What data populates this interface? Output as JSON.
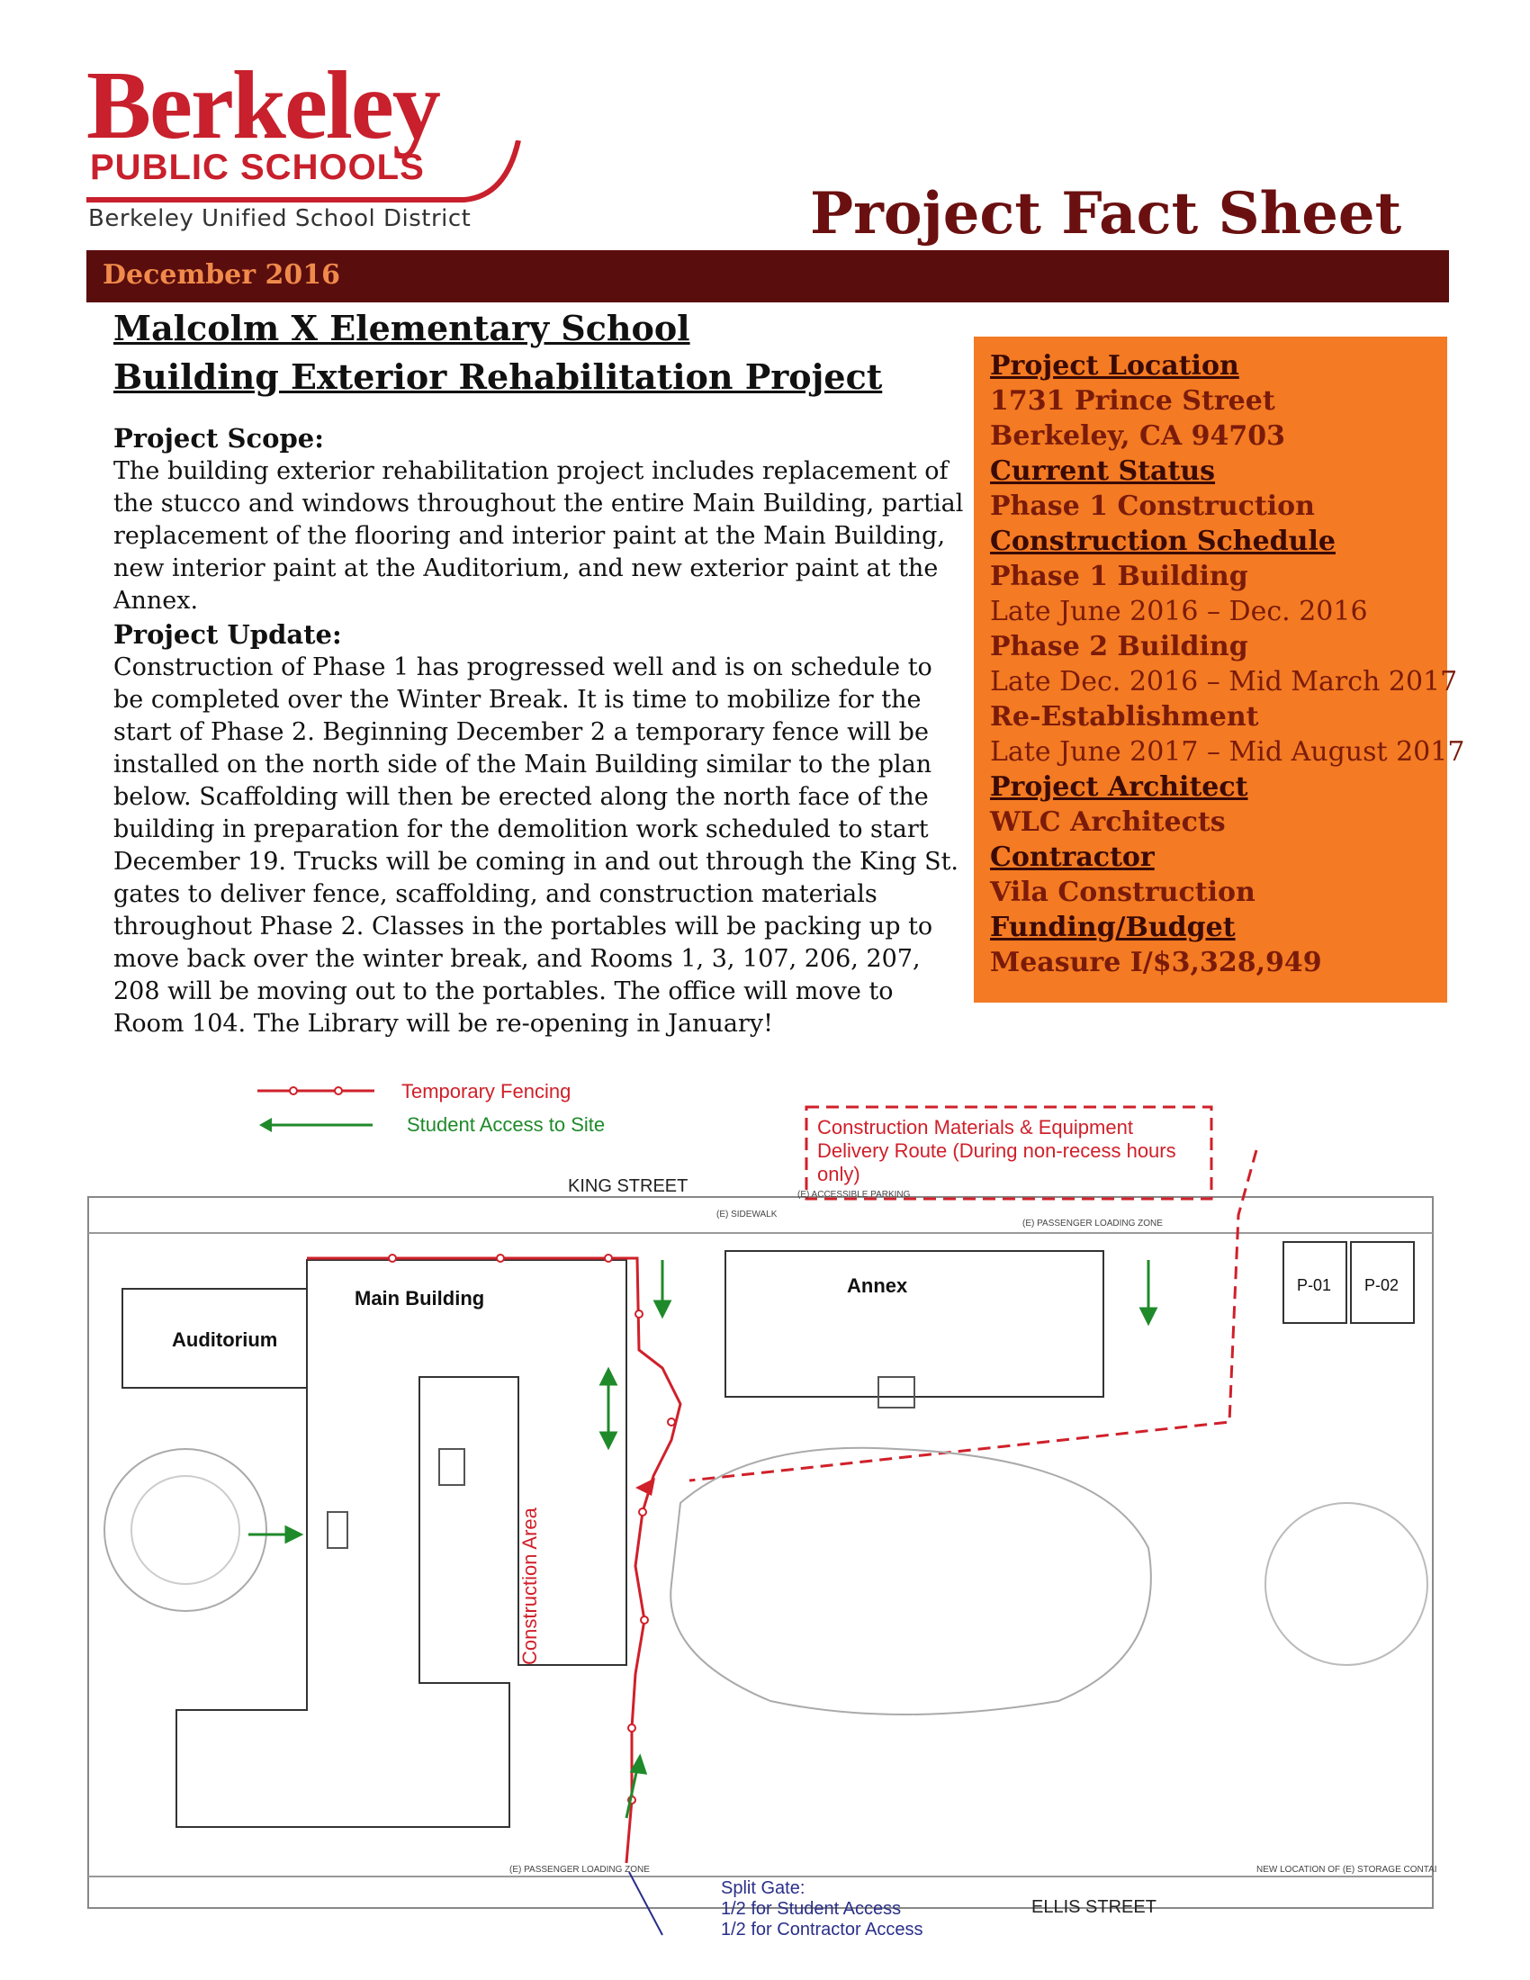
{
  "logo": {
    "word": "Berkeley",
    "sub": "PUBLIC SCHOOLS",
    "district": "Berkeley Unified School District"
  },
  "sheet_title": "Project Fact Sheet",
  "date": "December 2016",
  "project": {
    "title_line1": "Malcolm X Elementary School",
    "title_line2": "Building Exterior Rehabilitation Project"
  },
  "scope": {
    "heading": "Project Scope:",
    "text": "The building exterior rehabilitation project includes replacement of the stucco and windows throughout the entire Main Building, partial replacement of the flooring and interior paint at the Main Building, new interior paint at the Auditorium, and new exterior paint at the Annex."
  },
  "update": {
    "heading": "Project Update:",
    "text": "Construction of Phase 1 has progressed well and is on schedule to be completed over the Winter Break.  It is time to mobilize for the start of Phase 2.  Beginning December 2 a temporary fence will be installed on the north side of the Main Building similar to the plan below.  Scaffolding will then be erected along the north face of the building in preparation for the demolition work scheduled to start December 19.  Trucks will be coming in and out through the King St. gates to deliver fence, scaffolding, and construction materials throughout Phase 2.  Classes in the portables will be packing up to move back over the winter break, and Rooms 1, 3, 107, 206, 207, 208 will be moving out to the portables.  The office will move to Room 104.  The Library will be re-opening in January!"
  },
  "facts": [
    {
      "text": "Project Location",
      "style": "head"
    },
    {
      "text": "1731 Prince Street",
      "style": "val"
    },
    {
      "text": "Berkeley, CA 94703",
      "style": "val"
    },
    {
      "text": "Current Status",
      "style": "head"
    },
    {
      "text": "Phase 1 Construction",
      "style": "val"
    },
    {
      "text": "Construction Schedule",
      "style": "head"
    },
    {
      "text": "Phase 1 Building",
      "style": "val"
    },
    {
      "text": "Late June 2016 – Dec. 2016",
      "style": "val-light"
    },
    {
      "text": "Phase 2 Building",
      "style": "val"
    },
    {
      "text": "Late Dec. 2016 – Mid March 2017",
      "style": "val-light"
    },
    {
      "text": "Re-Establishment",
      "style": "val"
    },
    {
      "text": "Late June 2017 – Mid August 2017",
      "style": "val-light"
    },
    {
      "text": "Project Architect",
      "style": "head"
    },
    {
      "text": "WLC Architects",
      "style": "val"
    },
    {
      "text": "Contractor",
      "style": "head"
    },
    {
      "text": "Vila Construction",
      "style": "val"
    },
    {
      "text": "Funding/Budget",
      "style": "head"
    },
    {
      "text": "Measure I/$3,328,949",
      "style": "val"
    }
  ],
  "plan": {
    "legend_fencing": "Temporary Fencing",
    "legend_access": "Student Access to Site",
    "delivery_line1": "Construction Materials & Equipment",
    "delivery_line2": "Delivery Route (During non-recess hours",
    "delivery_line3": "only)",
    "king_street": "KING STREET",
    "ellis_street": "ELLIS STREET",
    "auditorium": "Auditorium",
    "main_building": "Main Building",
    "annex": "Annex",
    "construction_area": "Construction Area",
    "portable1": "P-01",
    "portable2": "P-02",
    "accessible_parking": "(E) ACCESSIBLE PARKING",
    "sidewalk": "(E) SIDEWALK",
    "passenger_zone_top": "(E) PASSENGER LOADING ZONE",
    "passenger_zone_bottom": "(E) PASSENGER LOADING ZONE",
    "storage": "NEW LOCATION OF (E) STORAGE CONTAINERS",
    "split_gate1": "Split Gate:",
    "split_gate2": "1/2 for Student Access",
    "split_gate3": "1/2 for Contractor Access",
    "colors": {
      "fence": "#d0202a",
      "access": "#1f8a2a",
      "gate": "#2a2f8a"
    }
  }
}
